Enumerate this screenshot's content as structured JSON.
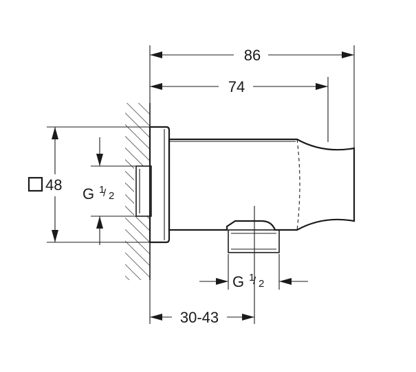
{
  "dimensions": {
    "total_length": "86",
    "body_length": "74",
    "square_size": "48",
    "wall_offset": "30-43"
  },
  "threads": {
    "wall_thread": {
      "letter": "G",
      "numerator": "1",
      "denominator": "2"
    },
    "outlet_thread": {
      "letter": "G",
      "numerator": "1",
      "denominator": "2"
    }
  },
  "symbols": {
    "square": "square-icon"
  },
  "colors": {
    "stroke": "#1a1a1a",
    "background": "#ffffff"
  }
}
